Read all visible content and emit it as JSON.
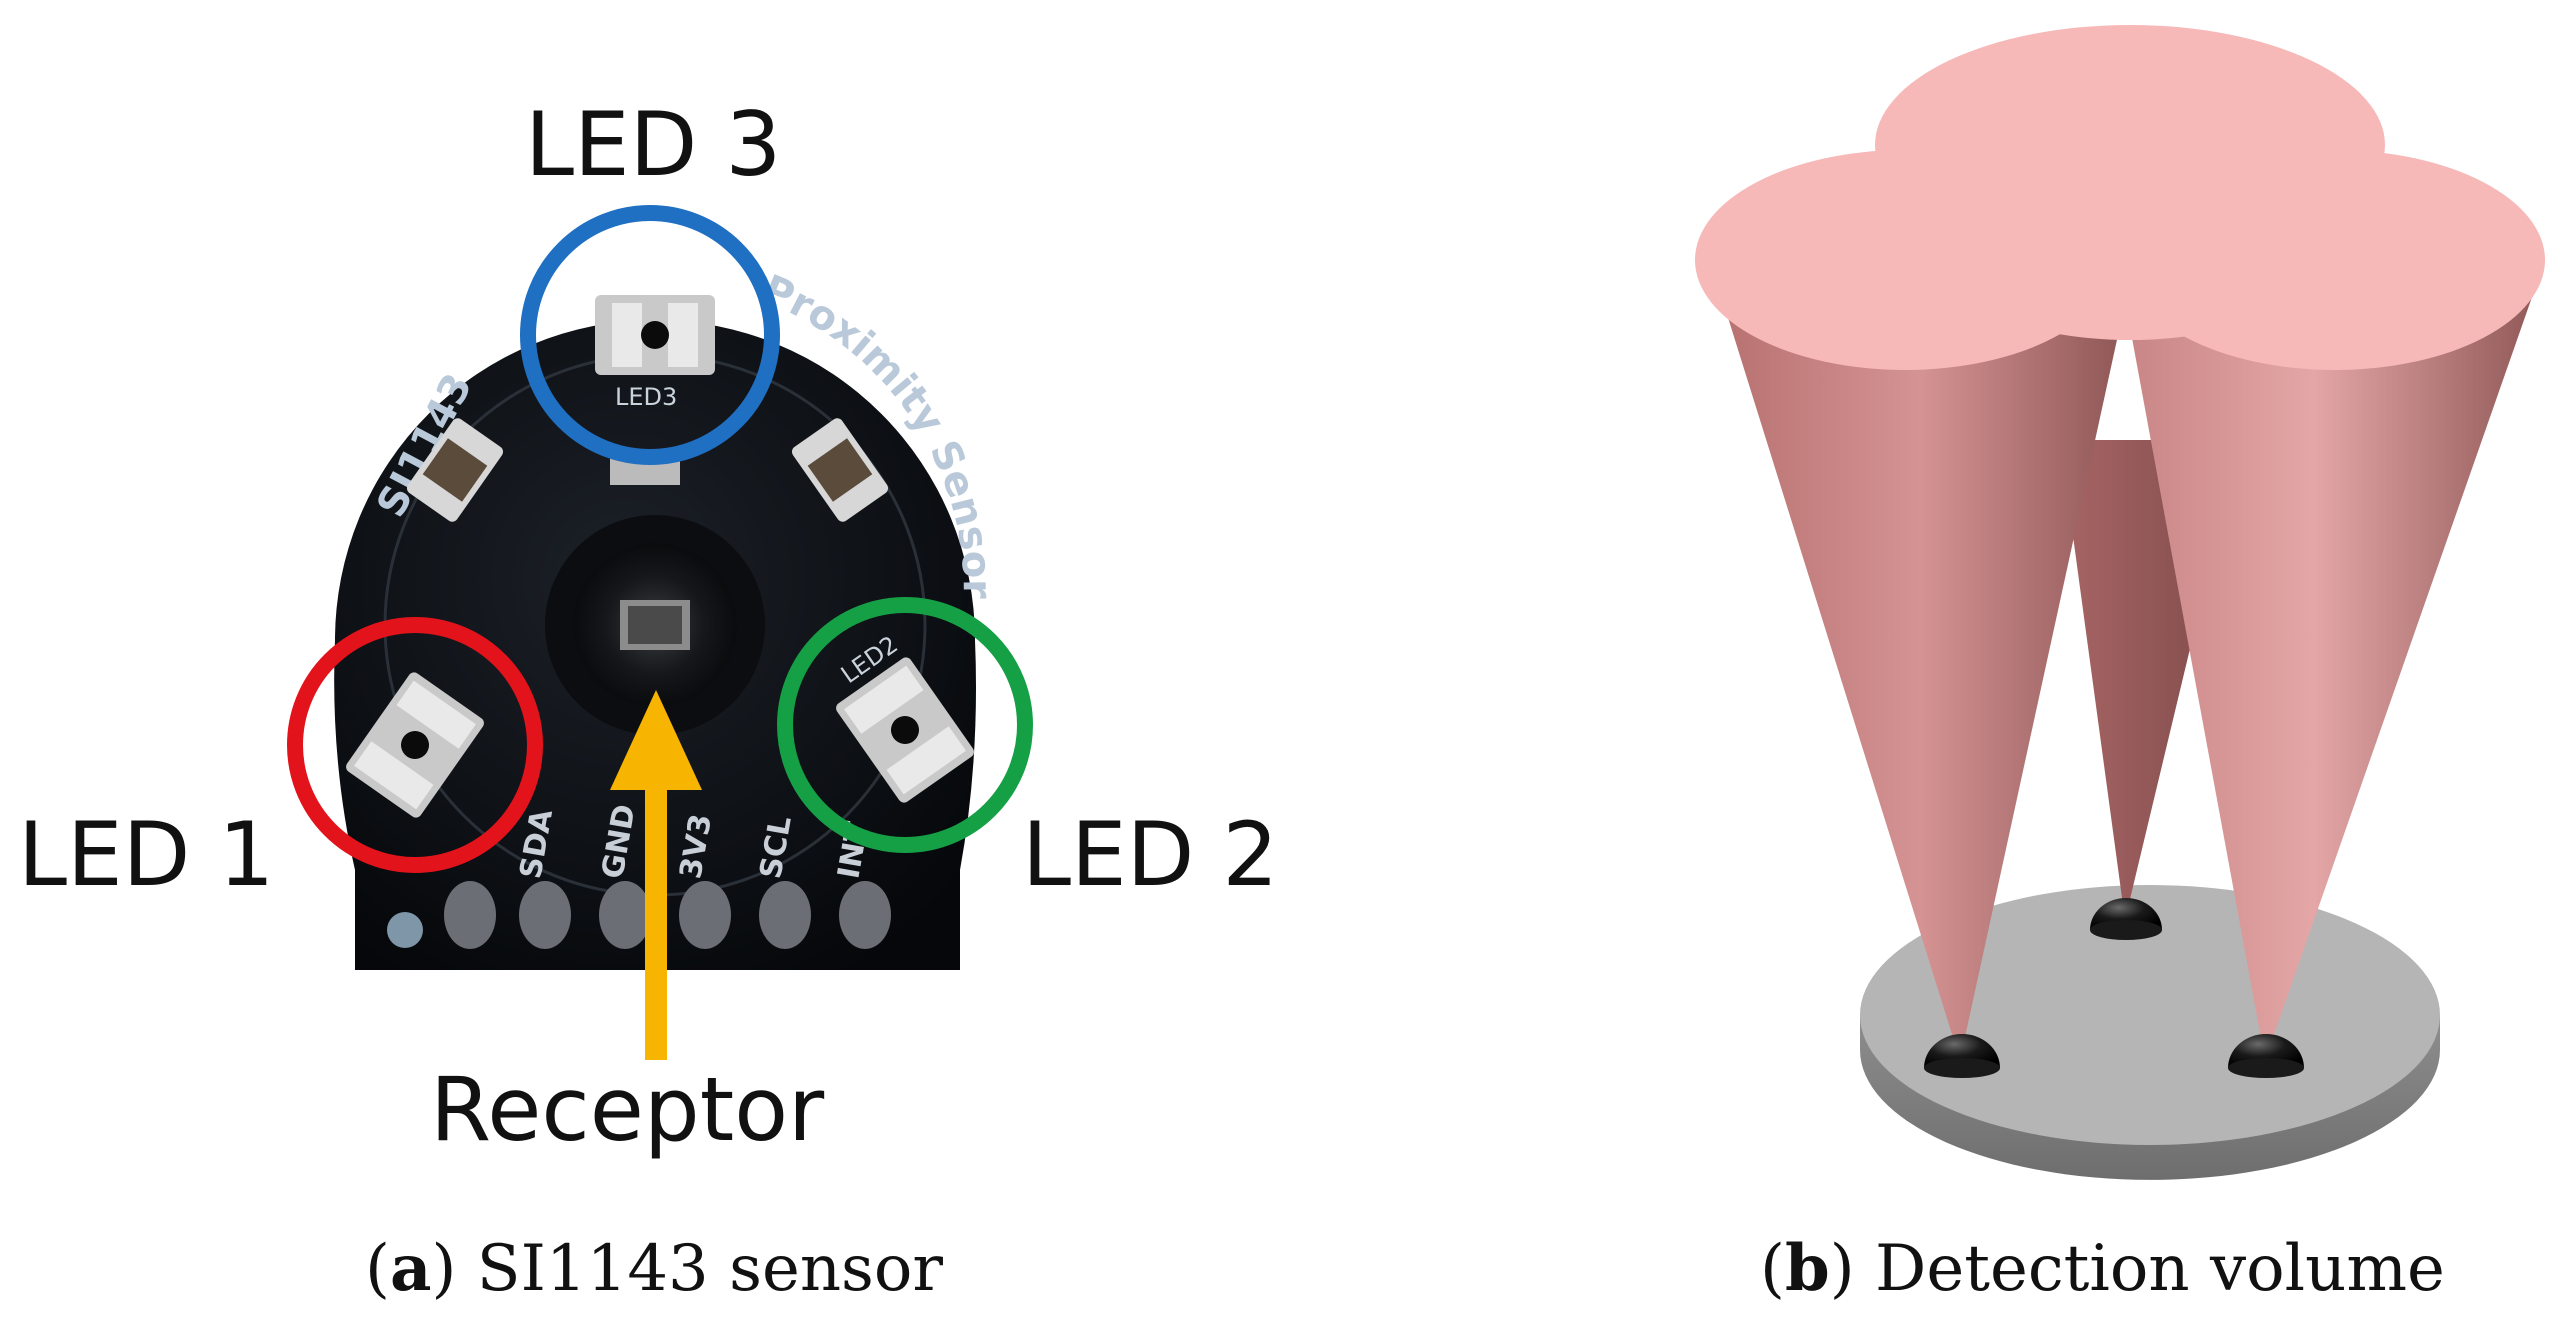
{
  "panel_a": {
    "labels": {
      "led1": "LED 1",
      "led2": "LED 2",
      "led3": "LED 3",
      "receptor": "Receptor"
    },
    "board_text": {
      "chip": "SI1143",
      "arc": "Proximity Sensor",
      "led2_silk": "LED2",
      "led3_silk": "LED3",
      "pins": [
        "SDA",
        "GND",
        "3V3",
        "SCL",
        "INT"
      ]
    },
    "caption": {
      "letter": "a",
      "text": "SI1143 sensor"
    },
    "colors": {
      "led1_circle": "#e3131b",
      "led2_circle": "#16a046",
      "led3_circle": "#1f6fc2",
      "receptor_arrow": "#f7b400"
    }
  },
  "panel_b": {
    "caption": {
      "letter": "b",
      "text": "Detection volume"
    },
    "colors": {
      "cone": "#c47c7c",
      "cone_top": "#f7b8b8",
      "base_plate": "#a9a9a9"
    }
  }
}
